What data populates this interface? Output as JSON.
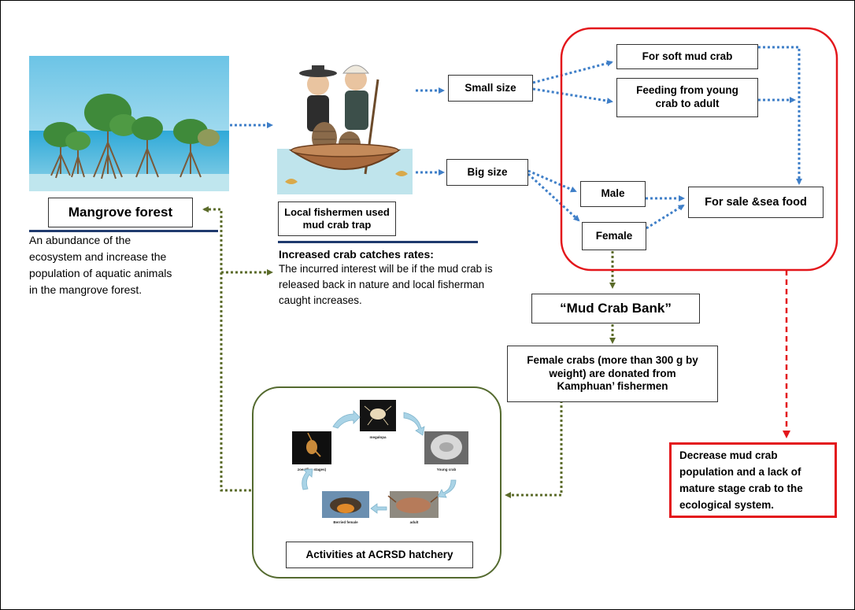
{
  "colors": {
    "blue_arrow": "#3f7fc8",
    "green_arrow": "#5b6b2a",
    "red": "#e3161b",
    "hatchery_border": "#546a2f",
    "rule": "#1f3a6e"
  },
  "icons": [
    "mangrove-illustration",
    "fishermen-boat-illustration",
    "crab-lifecycle-photos",
    "cycle-arrow-icon"
  ],
  "mangrove": {
    "title": "Mangrove forest",
    "description": "An abundance of the ecosystem and increase the population of aquatic animals in the mangrove forest."
  },
  "fishermen": {
    "label": "Local fishermen used mud crab trap",
    "heading": "Increased crab catches rates:",
    "description": "The incurred interest will be if the mud crab is released back in nature and local fisherman caught increases."
  },
  "sizes": {
    "small": "Small size",
    "big": "Big size"
  },
  "outcomes": {
    "soft": "For soft mud crab",
    "feeding": "Feeding from young crab to adult",
    "male": "Male",
    "female": "Female",
    "sale": "For sale &sea food"
  },
  "bank": {
    "title": "“Mud Crab Bank”",
    "donation": "Female crabs (more than 300 g by weight) are donated from Kamphuan’ fishermen"
  },
  "hatchery": {
    "title": "Activities at ACRSD hatchery",
    "stages": {
      "megalopa": "megalopa",
      "young": "Young crab",
      "adult": "adult",
      "berried": "Berried female",
      "zoea": "zoea(five stages)"
    }
  },
  "decline": {
    "text": "Decrease mud crab population and a lack of mature stage crab to the ecological system."
  }
}
